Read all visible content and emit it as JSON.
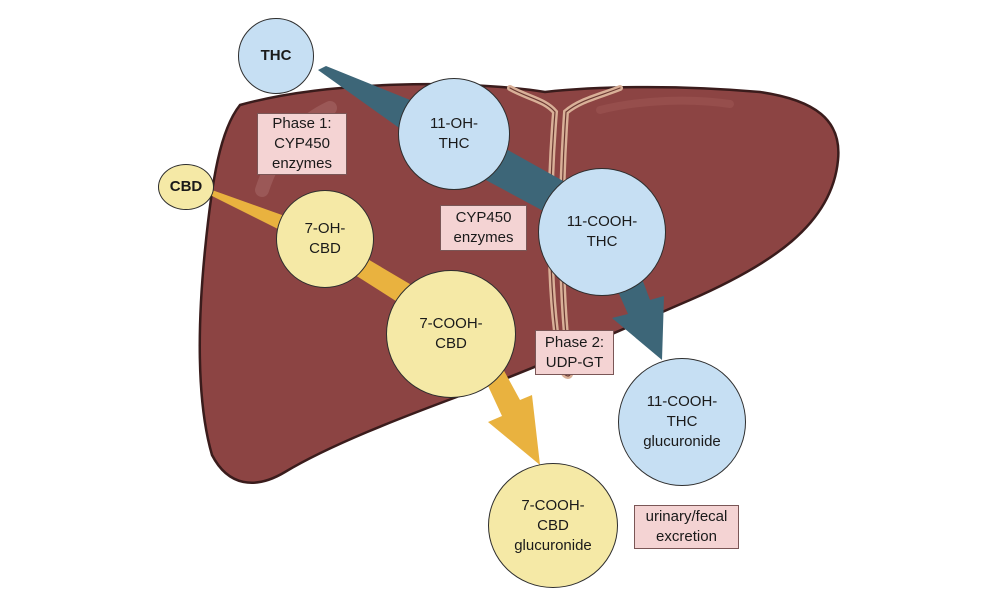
{
  "colors": {
    "liver": "#8c4443",
    "liver_outline": "#3a1c1c",
    "thc_fill": "#c6dff3",
    "cbd_fill": "#f5e9a6",
    "thc_arrow": "#3d6678",
    "cbd_arrow": "#e9b23f",
    "label_fill": "#f4d3d3"
  },
  "nodes": {
    "thc": "THC",
    "oh_thc": "11-OH-\nTHC",
    "cooh_thc": "11-COOH-\nTHC",
    "cooh_thc_gluc": "11-COOH-\nTHC\nglucuronide",
    "cbd": "CBD",
    "oh_cbd": "7-OH-\nCBD",
    "cooh_cbd": "7-COOH-\nCBD",
    "cooh_cbd_gluc": "7-COOH-\nCBD\nglucuronide"
  },
  "labels": {
    "phase1": "Phase 1:\nCYP450\nenzymes",
    "cyp450": "CYP450\nenzymes",
    "phase2": "Phase 2:\nUDP-GT",
    "excretion": "urinary/fecal\nexcretion"
  }
}
